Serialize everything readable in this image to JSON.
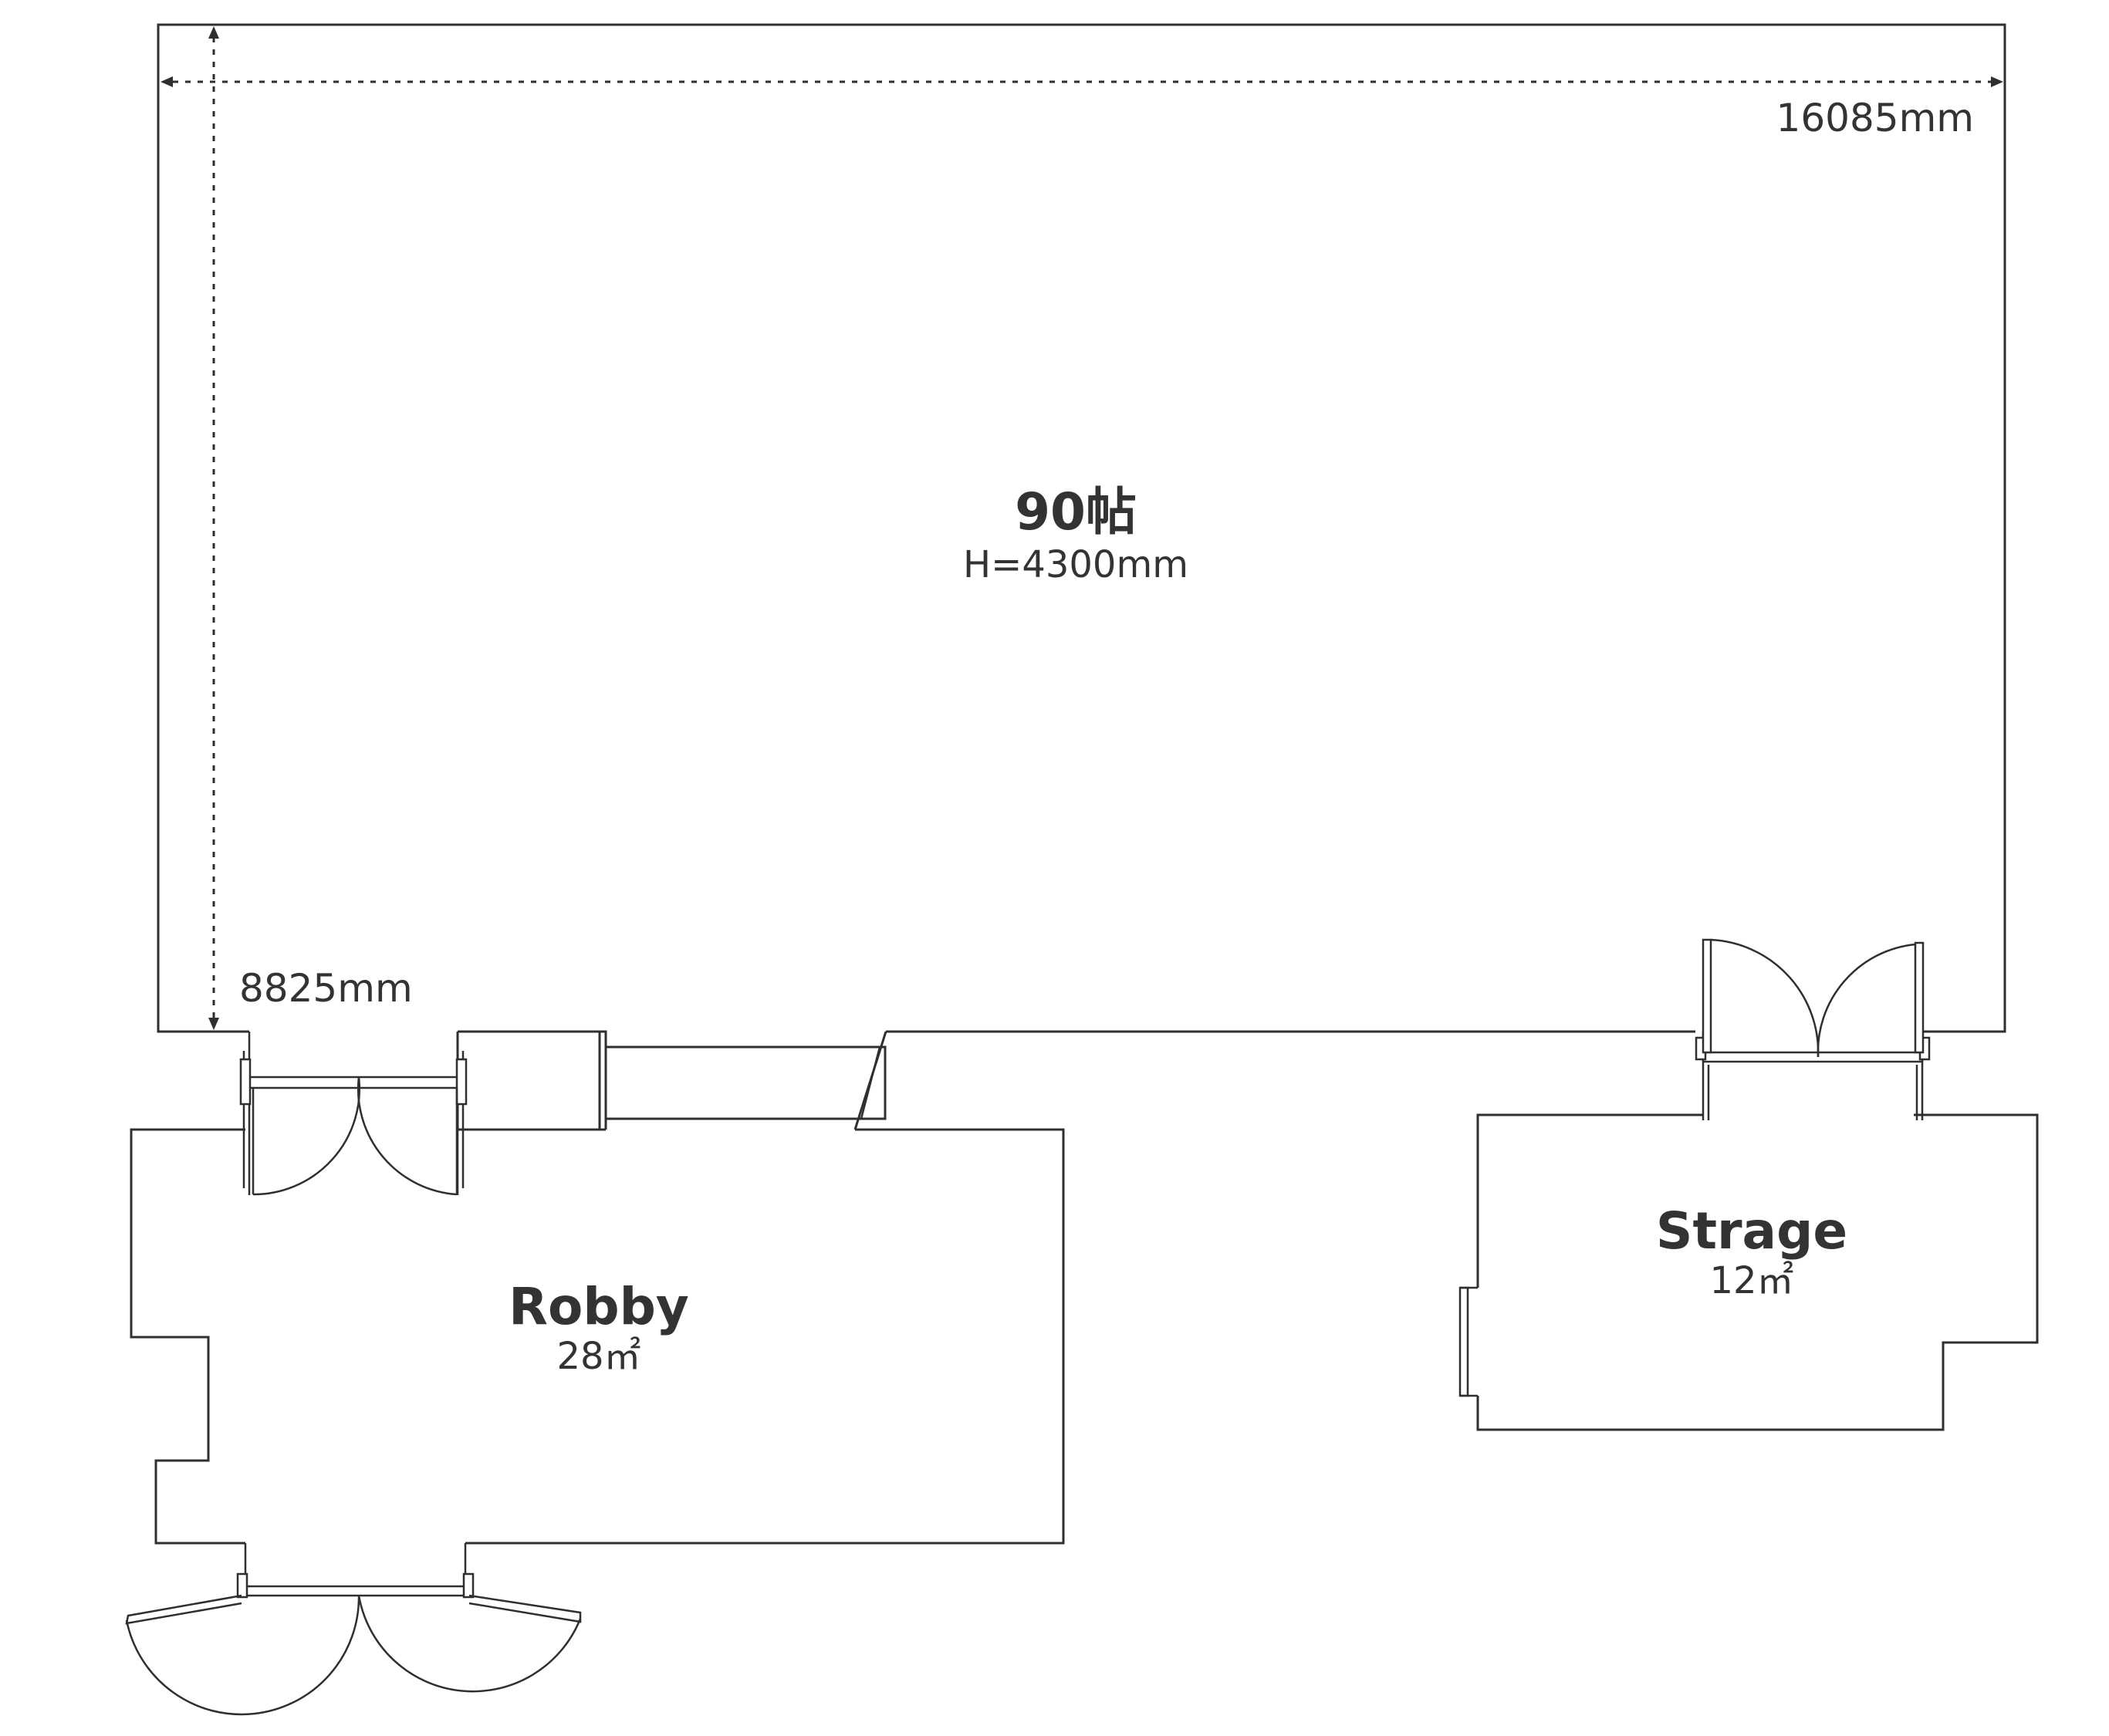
{
  "rooms": {
    "main": {
      "name": "90帖",
      "height": "H=4300mm"
    },
    "robby": {
      "name": "Robby",
      "area": "28㎡"
    },
    "strage": {
      "name": "Strage",
      "area": "12㎡"
    }
  },
  "dimensions": {
    "width": "16085mm",
    "depth": "8825mm"
  },
  "colors": {
    "line": "#2f2f2f",
    "text": "#333333",
    "background": "#ffffff"
  }
}
